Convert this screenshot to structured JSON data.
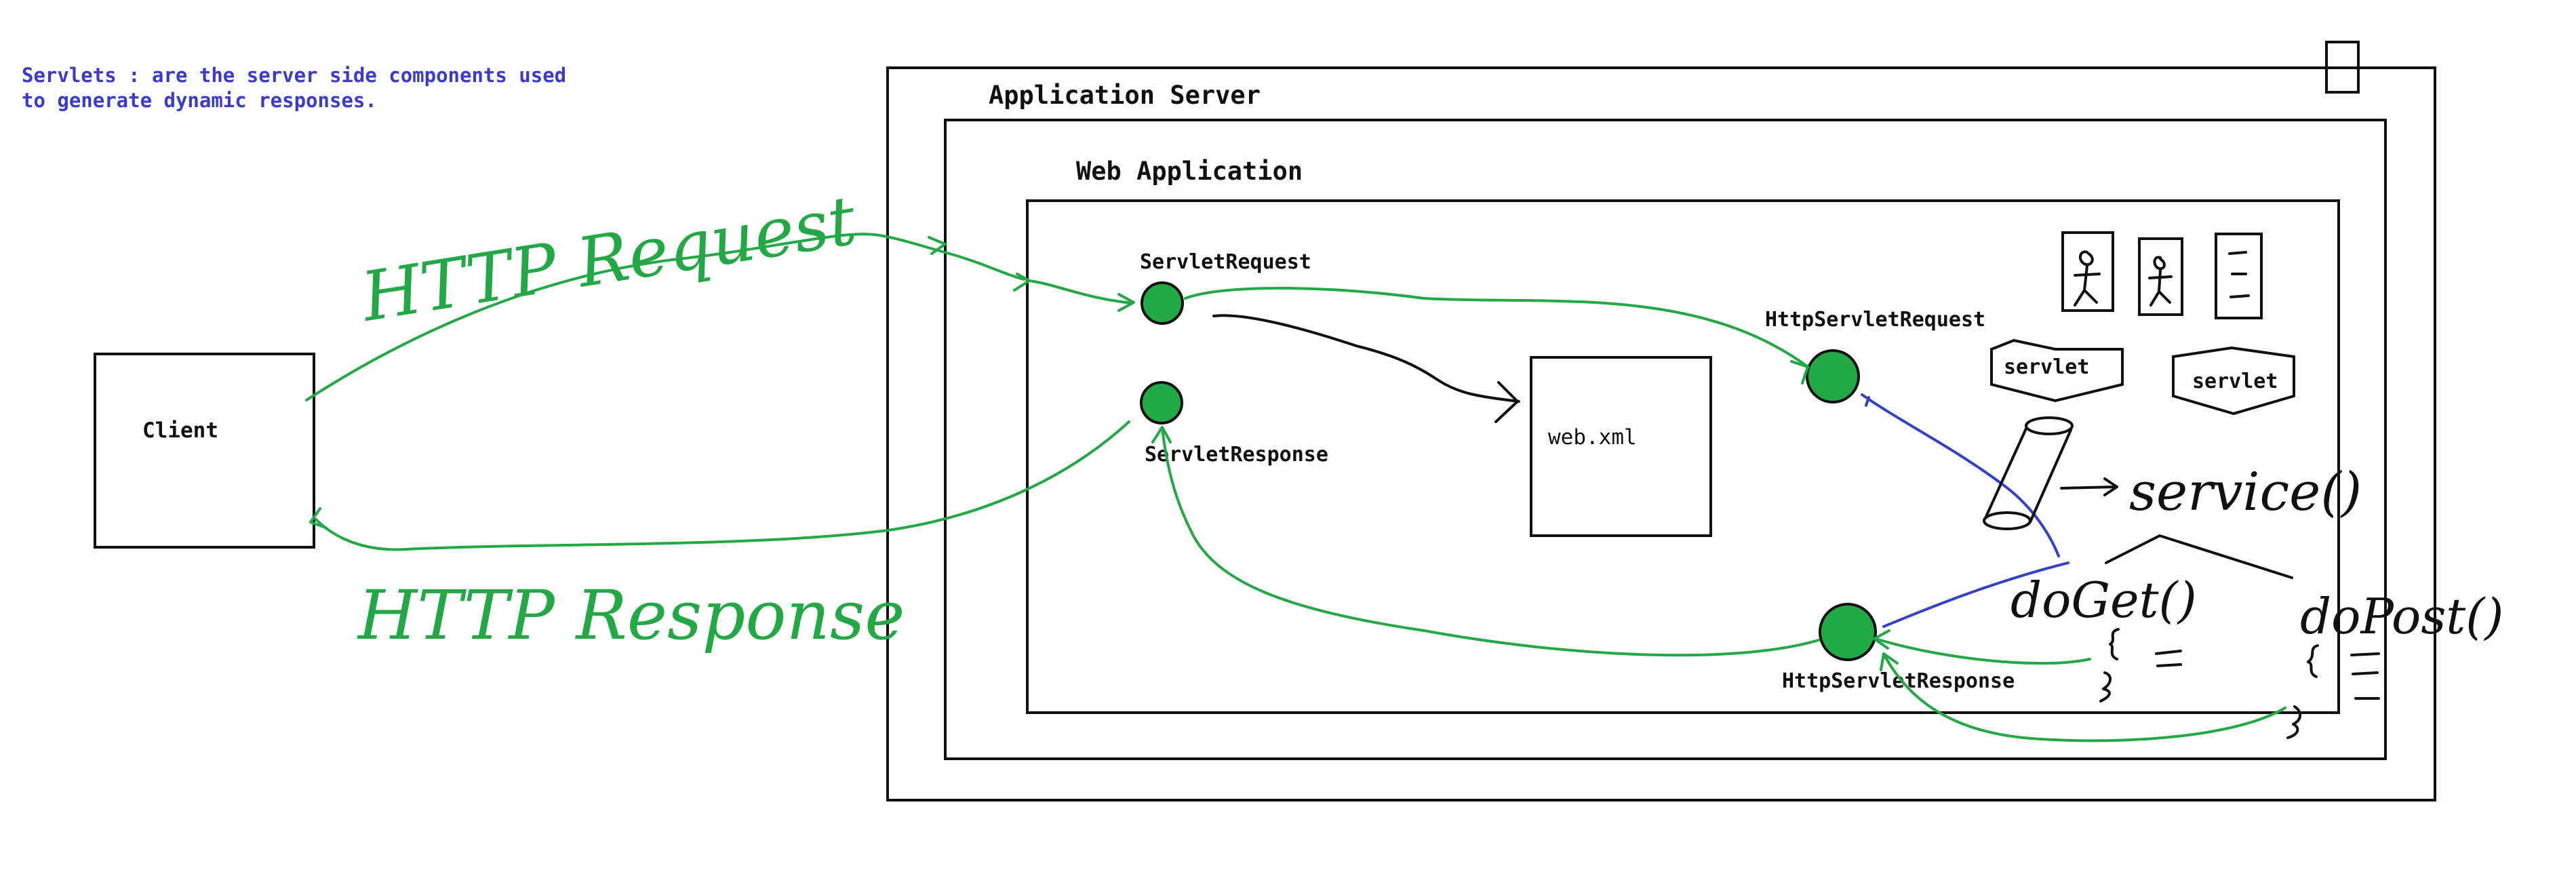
{
  "note": {
    "line1": "Servlets : are the server side components used",
    "line2": "to generate dynamic responses."
  },
  "client": {
    "label": "Client"
  },
  "app_server": {
    "label": "Application Server"
  },
  "web_app": {
    "label": "Web Application"
  },
  "web_xml": {
    "label": "web.xml"
  },
  "nodes": {
    "servlet_request": "ServletRequest",
    "servlet_response": "ServletResponse",
    "http_servlet_request": "HttpServletRequest",
    "http_servlet_response": "HttpServletResponse"
  },
  "servlets": [
    "servlet",
    "servlet"
  ],
  "handwriting": {
    "http_request": "HTTP Request",
    "http_response": "HTTP Response",
    "service": "service()",
    "do_get": "doGet()",
    "do_post": "doPost()"
  },
  "colors": {
    "green": "#22a844",
    "blue": "#3340c8",
    "note_blue": "#3b3bc8",
    "black": "#111111"
  }
}
